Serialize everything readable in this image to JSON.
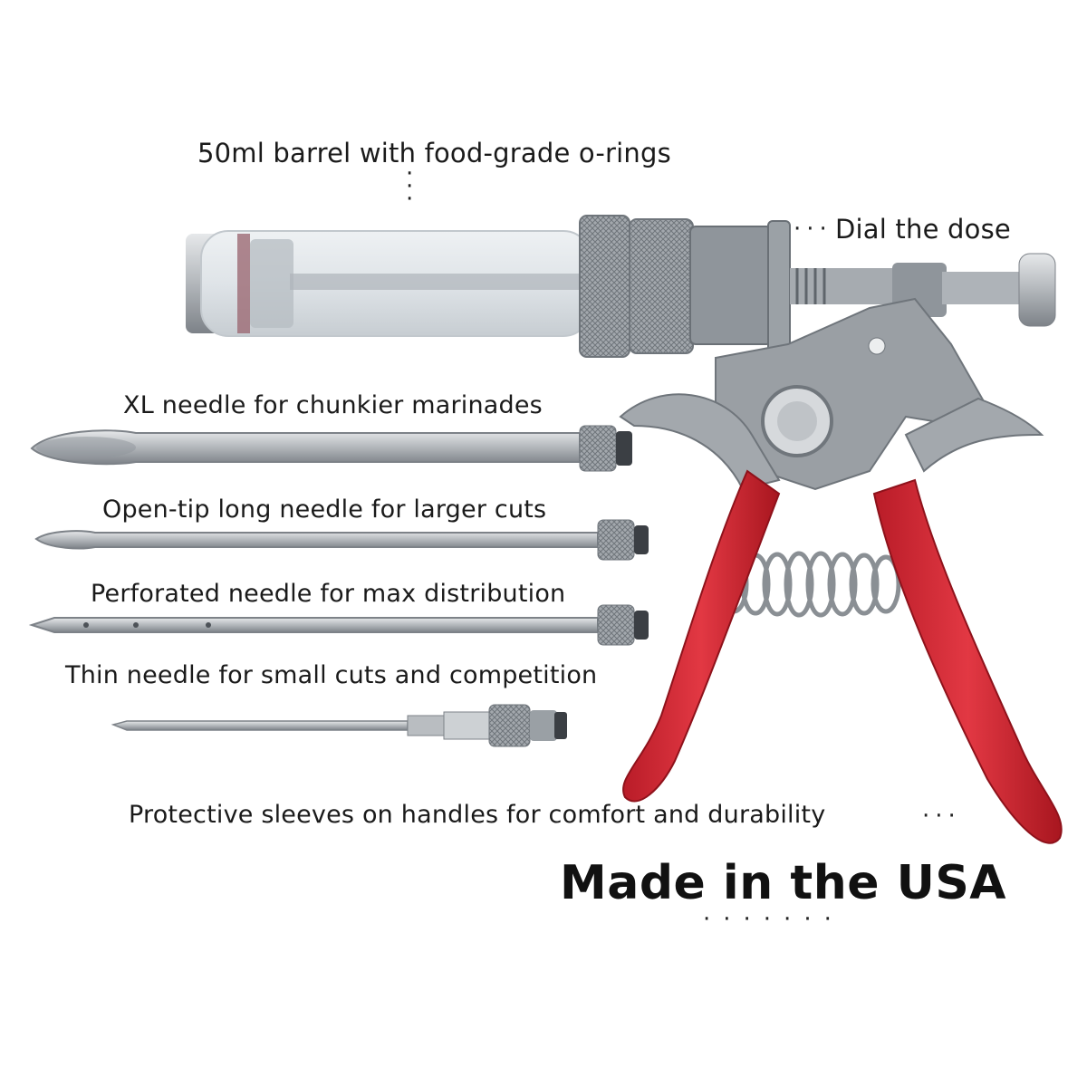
{
  "labels": {
    "barrel": "50ml barrel with food-grade o-rings",
    "dial": "Dial the dose",
    "xl_needle": "XL needle for chunkier marinades",
    "open_tip": "Open-tip long needle for larger cuts",
    "perforated": "Perforated needle for max distribution",
    "thin": "Thin needle for small cuts and competition",
    "sleeves": "Protective sleeves on handles for comfort and durability",
    "made_in": "Made in the USA"
  },
  "colors": {
    "handle_red": "#d42a35",
    "steel": "#a9adb1",
    "dark_steel": "#7d8288",
    "text": "#1a1a1a"
  }
}
